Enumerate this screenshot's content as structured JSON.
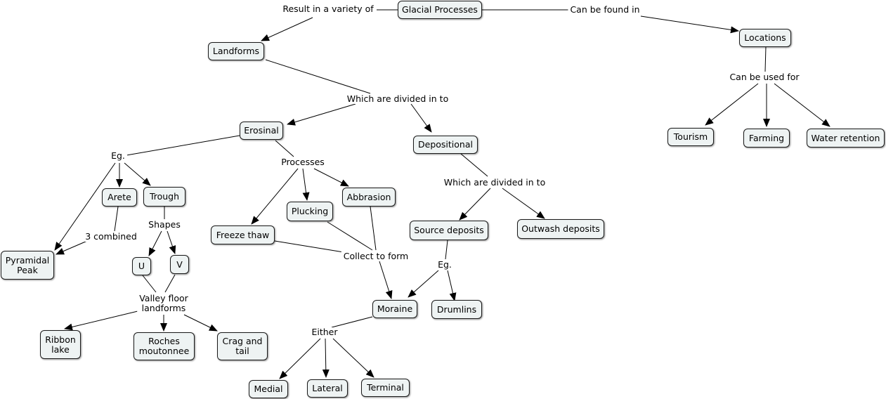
{
  "nodes": {
    "glacial_processes": "Glacial Processes",
    "landforms": "Landforms",
    "locations": "Locations",
    "erosinal": "Erosinal",
    "depositional": "Depositional",
    "tourism": "Tourism",
    "farming": "Farming",
    "water_retention": "Water retention",
    "arete": "Arete",
    "trough": "Trough",
    "pyramidal_peak": "Pyramidal\nPeak",
    "u": "U",
    "v": "V",
    "freeze_thaw": "Freeze thaw",
    "plucking": "Plucking",
    "abbrasion": "Abbrasion",
    "source_deposits": "Source deposits",
    "outwash_deposits": "Outwash deposits",
    "moraine": "Moraine",
    "drumlins": "Drumlins",
    "ribbon_lake": "Ribbon\nlake",
    "roches_moutonnee": "Roches\nmoutonnee",
    "crag_and_tail": "Crag and\ntail",
    "medial": "Medial",
    "lateral": "Lateral",
    "terminal": "Terminal"
  },
  "links": {
    "result_in_variety": "Result in a variety of",
    "can_be_found_in": "Can be found in",
    "can_be_used_for": "Can be used for",
    "divided_in_to_1": "Which are divided in to",
    "divided_in_to_2": "Which are divided in to",
    "eg_erosinal": "Eg.",
    "processes": "Processes",
    "three_combined": "3 combined",
    "shapes": "Shapes",
    "valley_floor": "Valley floor\nlandforms",
    "collect_to_form": "Collect to form",
    "eg_deposits": "Eg.",
    "either": "Either"
  }
}
